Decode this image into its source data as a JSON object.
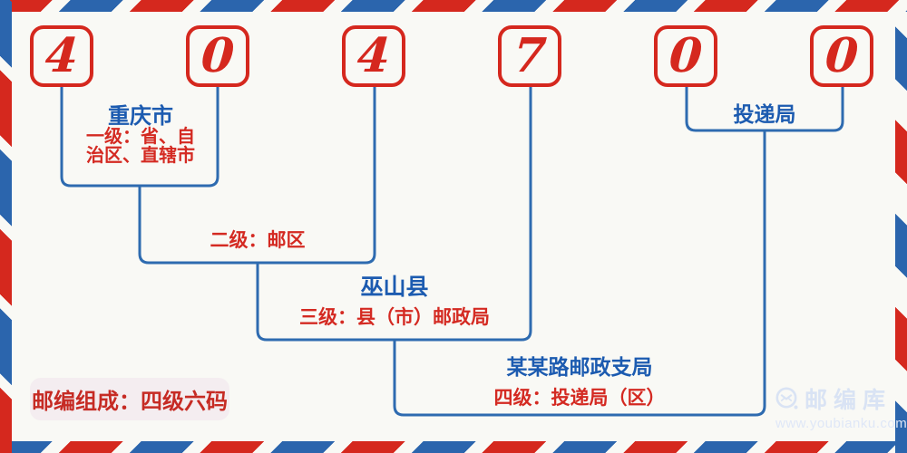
{
  "postal_code": {
    "digits": [
      "4",
      "0",
      "4",
      "7",
      "0",
      "0"
    ]
  },
  "annotations": {
    "level1": {
      "name": "重庆市",
      "desc_line1": "一级：省、自",
      "desc_line2": "治区、直辖市"
    },
    "level2": {
      "desc": "二级：邮区"
    },
    "level3": {
      "name": "巫山县",
      "desc": "三级：县（市）邮政局"
    },
    "level4": {
      "name": "某某路邮政支局",
      "desc": "四级：投递局（区）"
    },
    "delivery": {
      "name": "投递局"
    }
  },
  "badge": {
    "text": "邮编组成：四级六码"
  },
  "logo": {
    "brand": "邮编库",
    "url": "www.youbianku.com",
    "icon": "envelope-circle-icon"
  },
  "colors": {
    "stripe_red": "#d5281e",
    "stripe_blue": "#2b65ad",
    "line_blue": "#2e6bb0",
    "text_blue": "#1c5bb0",
    "text_red": "#d42a22",
    "badge_bg": "#f4edf0",
    "badge_text": "#c62b24",
    "logo": "#d9e3f4",
    "background": "#f9f9f5"
  }
}
